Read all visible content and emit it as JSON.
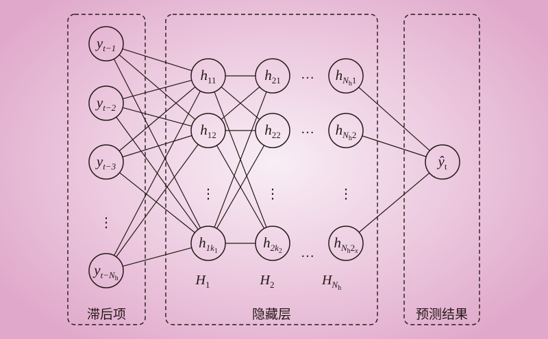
{
  "groups": {
    "lag_terms": "滞后项",
    "hidden_layers": "隐藏层",
    "prediction": "预测结果"
  },
  "input_nodes": [
    {
      "base": "y",
      "sub": "t−1"
    },
    {
      "base": "y",
      "sub": "t−2"
    },
    {
      "base": "y",
      "sub": "t−3"
    },
    {
      "base": "y",
      "sub": "t−N",
      "subsub": "h"
    }
  ],
  "layer1_nodes": [
    {
      "base": "h",
      "sub": "11"
    },
    {
      "base": "h",
      "sub": "12"
    },
    {
      "base": "h",
      "sub": "1k",
      "subsub": "1"
    }
  ],
  "layer2_nodes": [
    {
      "base": "h",
      "sub": "21"
    },
    {
      "base": "h",
      "sub": "22"
    },
    {
      "base": "h",
      "sub": "2k",
      "subsub": "2"
    }
  ],
  "layerN_nodes": [
    {
      "base": "h",
      "sub": "N",
      "subsub": "h",
      "tail": "1"
    },
    {
      "base": "h",
      "sub": "N",
      "subsub": "h",
      "tail": "2"
    },
    {
      "base": "h",
      "sub": "N",
      "subsub": "h",
      "tail": "2x"
    }
  ],
  "output_node": {
    "base": "ŷ",
    "sub": "t"
  },
  "layer_labels": [
    {
      "base": "H",
      "sub": "1"
    },
    {
      "base": "H",
      "sub": "2"
    },
    {
      "base": "H",
      "sub": "N",
      "subsub": "h"
    }
  ],
  "ellipsis_h": "…",
  "ellipsis_v": "⋮"
}
